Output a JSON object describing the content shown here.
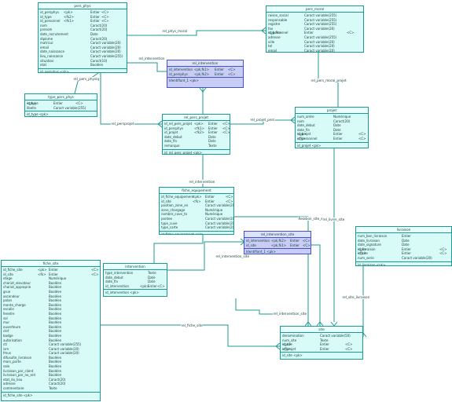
{
  "tables": {
    "pers_phys": {
      "title": "pers_phys",
      "rows": [
        [
          "id_persphys",
          "<pk>",
          "Entier",
          "<C>"
        ],
        [
          "id_type",
          "<fk2>",
          "Entier",
          "<C>"
        ],
        [
          "id_personnel",
          "<fk1>",
          "Entier",
          "<C>"
        ],
        [
          "nom",
          "",
          "Caract(20)",
          ""
        ],
        [
          "prenom",
          "",
          "Caract(20)",
          ""
        ],
        [
          "date_recrutement",
          "",
          "Date",
          ""
        ],
        [
          "diplome",
          "",
          "Caract(20)",
          ""
        ],
        [
          "matricul",
          "",
          "Caract variable(20)",
          ""
        ],
        [
          "email",
          "",
          "Caract variable(20)",
          ""
        ],
        [
          "date_naissance",
          "",
          "Caract variable(20)",
          ""
        ],
        [
          "lieu_naissance",
          "",
          "Caract variable(255)",
          ""
        ],
        [
          "situation",
          "",
          "Caract(10)",
          ""
        ],
        [
          "etat",
          "",
          "Booléen",
          ""
        ]
      ],
      "keys": [
        "id_persphys <pk>"
      ]
    },
    "pers_moral": {
      "title": "pers_moral",
      "rows": [
        [
          "raison_social",
          "",
          "Caract variable(255)",
          ""
        ],
        [
          "responsable",
          "",
          "Caract variable(255)",
          ""
        ],
        [
          "registre",
          "",
          "Caract variable(255)",
          ""
        ],
        [
          "fax",
          "",
          "Caract variable(20)",
          ""
        ],
        [
          "id_personnel",
          "<pk,fk>",
          "Entier",
          "<C>"
        ],
        [
          "adresse",
          "",
          "Caract variable(255)",
          ""
        ],
        [
          "ville",
          "",
          "Caract variable(20)",
          ""
        ],
        [
          "tel",
          "",
          "Caract variable(20)",
          ""
        ],
        [
          "email",
          "",
          "Caract variable(20)",
          ""
        ]
      ],
      "keys": [
        "id_personnel <pk>"
      ]
    },
    "rel_intervention": {
      "title": "rel_intervention",
      "rows": [
        [
          "id_intervention",
          "<pk,fk1>",
          "Entier",
          "<C>"
        ],
        [
          "id_persphys",
          "<pk,fk2>",
          "Entier",
          "<C>"
        ]
      ],
      "keys": [
        "Identifiant_1 <pk>"
      ]
    },
    "type_pers_phys": {
      "title": "type_pers_phys",
      "rows": [
        [
          "id_type",
          "<pk>",
          "Entier",
          "<C>"
        ],
        [
          "libelle",
          "",
          "Caract variable(255)",
          ""
        ]
      ],
      "keys": [
        "id_type <pk>"
      ]
    },
    "rel_pers_projet": {
      "title": "rel_pers_projet",
      "rows": [
        [
          "id_rel_pers_projet",
          "<pk>",
          "Entier",
          "<C>"
        ],
        [
          "id_persphys",
          "<fk1>",
          "Entier",
          "<C>"
        ],
        [
          "id_projet",
          "<fk2>",
          "Entier",
          "<C>"
        ],
        [
          "date_debut",
          "",
          "Date",
          ""
        ],
        [
          "date_fin",
          "",
          "Date",
          ""
        ],
        [
          "remarque",
          "",
          "Texte",
          ""
        ]
      ],
      "keys": [
        "id_rel_pers_projet <pk>"
      ]
    },
    "projet": {
      "title": "projet",
      "rows": [
        [
          "num_ordre",
          "",
          "Numérique",
          ""
        ],
        [
          "nom",
          "",
          "Caract(20)",
          ""
        ],
        [
          "date_debut",
          "",
          "Date",
          ""
        ],
        [
          "date_fin",
          "",
          "Date",
          ""
        ],
        [
          "id_projet",
          "<pk>",
          "Entier",
          "<C>"
        ],
        [
          "id_personnel",
          "<fk>",
          "Entier",
          "<C>"
        ]
      ],
      "keys": [
        "id_projet <pk>"
      ]
    },
    "fiche_equipement": {
      "title": "fiche_equipement",
      "rows": [
        [
          "id_fiche_equipement",
          "<pk>",
          "Entier",
          "<C>"
        ],
        [
          "id_site",
          "<fk>",
          "Entier",
          "<C>"
        ],
        [
          "position_zone_en",
          "",
          "Caract variable(20)",
          ""
        ],
        [
          "zone_chargage",
          "",
          "Numérique",
          ""
        ],
        [
          "nombre_cuve_to",
          "",
          "Numérique",
          ""
        ],
        [
          "pontee",
          "",
          "Caract variable(20)",
          ""
        ],
        [
          "type_cuve",
          "",
          "Caract variable(20)",
          ""
        ],
        [
          "type_carte",
          "",
          "Caract variable(20)",
          ""
        ]
      ],
      "keys": [
        "id_fiche_equipement <pk>"
      ]
    },
    "rel_intervention_site": {
      "title": "rel_intervention_site",
      "rows": [
        [
          "id_intervention",
          "<pk,fk2>",
          "Entier",
          "<C>"
        ],
        [
          "id_site",
          "<pk,fk1>",
          "Entier",
          "<C>"
        ]
      ],
      "keys": [
        "Identifiant_1 <pk>"
      ]
    },
    "intervention": {
      "title": "intervention",
      "rows": [
        [
          "type_intervention",
          "",
          "Texte",
          ""
        ],
        [
          "date_debut",
          "",
          "Date",
          ""
        ],
        [
          "date_fin",
          "",
          "Date",
          ""
        ],
        [
          "id_intervention",
          "<pk>",
          "Entier",
          "<C>"
        ]
      ],
      "keys": [
        "id_intervention <pk>"
      ]
    },
    "livraison": {
      "title": "livraison",
      "rows": [
        [
          "num_bon_livraison",
          "",
          "Entier",
          ""
        ],
        [
          "date_livraison",
          "",
          "Date",
          ""
        ],
        [
          "date_signature",
          "",
          "Date",
          ""
        ],
        [
          "id_livraison",
          "<pk>",
          "Entier",
          "<C>"
        ],
        [
          "id_site",
          "<fk>",
          "Entier",
          "<C>"
        ],
        [
          "num_serie",
          "",
          "Caract variable(20)",
          ""
        ]
      ],
      "keys": [
        "id_livraison <pk>"
      ]
    },
    "fiche_site": {
      "title": "fiche_site",
      "rows": [
        [
          "id_fiche_site",
          "<pk>",
          "Entier",
          "<C>"
        ],
        [
          "id_site",
          "<fk>",
          "Entier",
          "<C>"
        ],
        [
          "etage",
          "",
          "Numérique",
          ""
        ],
        [
          "chariot_elevateur",
          "",
          "Booléen",
          ""
        ],
        [
          "chariot_approprie",
          "",
          "Booléen",
          ""
        ],
        [
          "grue",
          "",
          "Booléen",
          ""
        ],
        [
          "ascendeur",
          "",
          "Booléen",
          ""
        ],
        [
          "palan",
          "",
          "Booléen",
          ""
        ],
        [
          "monte_charge",
          "",
          "Booléen",
          ""
        ],
        [
          "escalie",
          "",
          "Booléen",
          ""
        ],
        [
          "fenetre",
          "",
          "Booléen",
          ""
        ],
        [
          "sol",
          "",
          "Booléen",
          ""
        ],
        [
          "mur",
          "",
          "Booléen",
          ""
        ],
        [
          "ouverteure",
          "",
          "Booléen",
          ""
        ],
        [
          "clef",
          "",
          "Booléen",
          ""
        ],
        [
          "badge",
          "",
          "Booléen",
          ""
        ],
        [
          "autorisation",
          "",
          "Booléen",
          ""
        ],
        [
          "ctl",
          "",
          "Caract variable(255)",
          ""
        ],
        [
          "ism",
          "",
          "Caract variable(20)",
          ""
        ],
        [
          "fmus",
          "",
          "Caract variable(20)",
          ""
        ],
        [
          "difusulte_livraison",
          "",
          "Booléen",
          ""
        ],
        [
          "main_porte",
          "",
          "Booléen",
          ""
        ],
        [
          "sale",
          "",
          "Booléen",
          ""
        ],
        [
          "livraison_par_client",
          "",
          "Booléen",
          ""
        ],
        [
          "livraison_par_no_ent",
          "",
          "Booléen",
          ""
        ],
        [
          "etat_du_lieu",
          "",
          "Caract(20)",
          ""
        ],
        [
          "adresse",
          "",
          "Caract(20)",
          ""
        ],
        [
          "commentaire",
          "",
          "Texte",
          ""
        ]
      ],
      "keys": [
        "id_fiche_site <pk>"
      ]
    },
    "site": {
      "title": "site",
      "rows": [
        [
          "denomination",
          "",
          "Caract variable(50)",
          ""
        ],
        [
          "num_site",
          "",
          "Texte",
          ""
        ],
        [
          "id_site",
          "<pk>",
          "Entier",
          "<C>"
        ],
        [
          "id_projet",
          "<fk>",
          "Entier",
          "<C>"
        ]
      ],
      "keys": [
        "id_site <pk>"
      ]
    }
  },
  "labels": {
    "rel_phys_moral": "rel_phys_moral",
    "rel_pers_physiq": "rel_pers_physiq",
    "rel_intervention": "rel_intervention",
    "rel_persprojet": "rel_persprojet",
    "rel_projet_pers": "rel_projet_pers",
    "rel_pers_moral_projet": "rel_pers_moral_projet",
    "rel_intervention_a": "rel_intervention",
    "rel_intervention_site_a": "rel_intervention_site",
    "relation_site_equ": "Relation_site_equ",
    "rel_livrer_site": "rel_livrer_site",
    "rel_intervention_site_b": "rel_intervention_site",
    "rel_fiche_site": "rel_fiche_site",
    "rel_site_livraison": "rel_site_livraison"
  },
  "colors": {
    "table_fill": "#d9fbf7",
    "table_border": "#1d9a8f",
    "assoc_fill": "#c9cdf6",
    "assoc_border": "#4452c8",
    "link": "#1d9a8f"
  }
}
